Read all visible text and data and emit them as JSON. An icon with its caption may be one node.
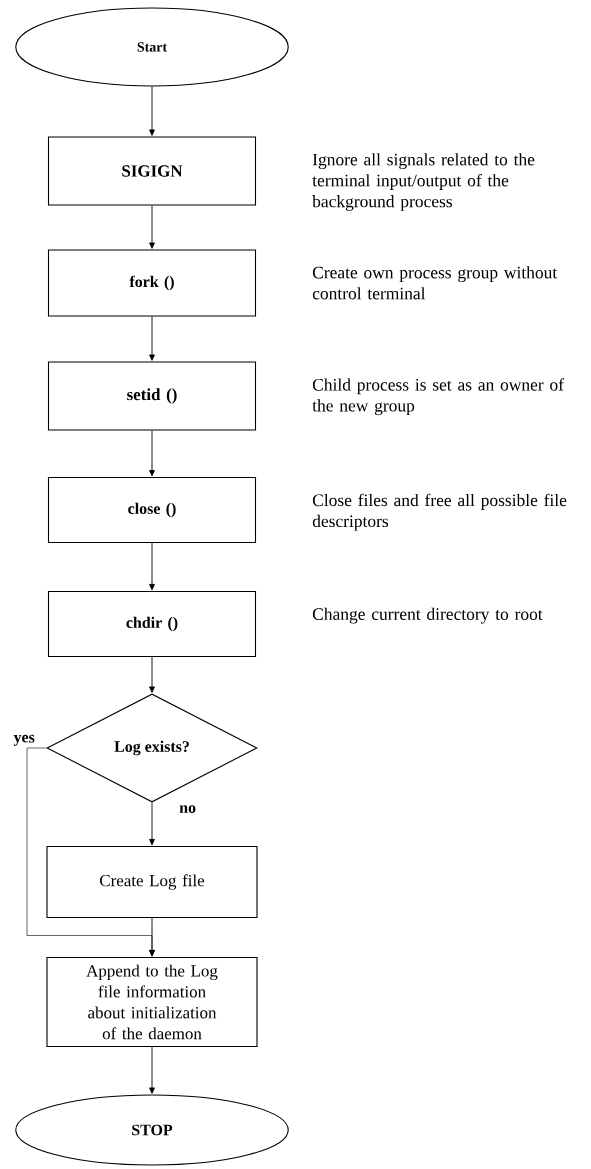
{
  "diagram": {
    "nodes": [
      {
        "text": [
          "Start"
        ]
      },
      {
        "text": [
          "SIGIGN"
        ],
        "beside": [
          "Ignore all signals related to the terminal input/output of the background process"
        ]
      },
      {
        "text": [
          "fork ()"
        ],
        "beside": [
          "Create own process group without control terminal"
        ]
      },
      {
        "text": [
          "setid ()"
        ],
        "beside": [
          "Child process is set as an owner of the new group"
        ]
      },
      {
        "text": [
          "close ()"
        ],
        "beside": [
          "Close files and free all possible file descriptors"
        ]
      },
      {
        "text": [
          "chdir ()"
        ],
        "beside": [
          "Change current directory to root"
        ]
      },
      {
        "text": [
          "Log exists?"
        ]
      },
      {
        "text": [
          "Create Log file"
        ]
      },
      {
        "text": [
          "Append to the Log file information about initialization of the daemon"
        ]
      },
      {
        "text": [
          "STOP"
        ]
      }
    ],
    "edges": [
      {
        "from": 0,
        "to": 1,
        "arrow": "to"
      },
      {
        "from": 1,
        "to": 2,
        "arrow": "to"
      },
      {
        "from": 2,
        "to": 3,
        "arrow": "to"
      },
      {
        "from": 3,
        "to": 4,
        "arrow": "to"
      },
      {
        "from": 4,
        "to": 5,
        "arrow": "to"
      },
      {
        "from": 5,
        "to": 6,
        "arrow": "to"
      },
      {
        "from": 6,
        "to": 7,
        "arrow": "to",
        "label": "no"
      },
      {
        "from": 6,
        "to": 8,
        "arrow": "to",
        "label": "yes"
      },
      {
        "from": 7,
        "to": 8,
        "arrow": "to"
      },
      {
        "from": 8,
        "to": 9,
        "arrow": "to"
      }
    ]
  }
}
